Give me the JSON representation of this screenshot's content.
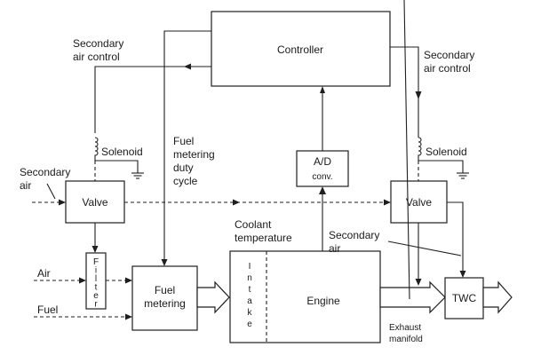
{
  "diagram": {
    "title": "Closed-loop engine control with secondary air injection",
    "blocks": {
      "controller": "Controller",
      "ad_converter_line1": "A/D",
      "ad_converter_line2": "conv.",
      "valve_left": "Valve",
      "valve_right": "Valve",
      "filter_letters": [
        "F",
        "i",
        "l",
        "t",
        "e",
        "r"
      ],
      "fuel_metering_line1": "Fuel",
      "fuel_metering_line2": "metering",
      "intake_letters": [
        "I",
        "n",
        "t",
        "a",
        "k",
        "e"
      ],
      "engine": "Engine",
      "twc": "TWC"
    },
    "labels": {
      "secondary_air_control_left_line1": "Secondary",
      "secondary_air_control_left_line2": "air control",
      "secondary_air_control_right_line1": "Secondary",
      "secondary_air_control_right_line2": "air control",
      "solenoid_left": "Solenoid",
      "solenoid_right": "Solenoid",
      "secondary_air_input_line1": "Secondary",
      "secondary_air_input_line2": "air",
      "fuel_metering_duty_cycle_line1": "Fuel",
      "fuel_metering_duty_cycle_line2": "metering",
      "fuel_metering_duty_cycle_line3": "duty",
      "fuel_metering_duty_cycle_line4": "cycle",
      "coolant_temperature_line1": "Coolant",
      "coolant_temperature_line2": "temperature",
      "secondary_air_mid_line1": "Secondary",
      "secondary_air_mid_line2": "air",
      "air_input": "Air",
      "fuel_input": "Fuel",
      "exhaust_manifold_line1": "Exhaust",
      "exhaust_manifold_line2": "manifold"
    }
  }
}
